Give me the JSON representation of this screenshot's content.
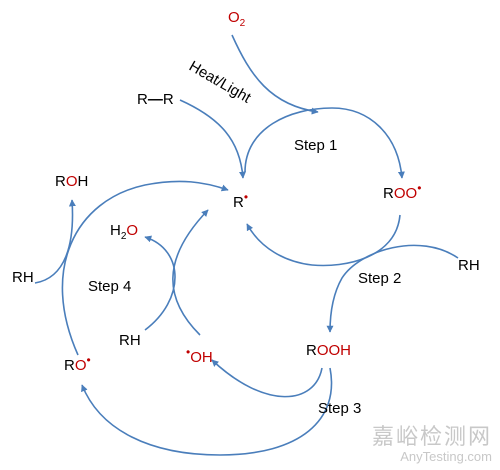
{
  "species": {
    "o2": {
      "main": "O",
      "sub": "2"
    },
    "rr": {
      "left": "R",
      "bond": "—",
      "right": "R"
    },
    "r_radical": {
      "main": "R",
      "dot": "•"
    },
    "roo_radical": {
      "r": "R",
      "oo": "OO",
      "dot": "•"
    },
    "rh_right": "RH",
    "rooh": {
      "r": "R",
      "ooh": "OOH"
    },
    "roh": {
      "r": "R",
      "o": "O",
      "h": "H"
    },
    "h2o": {
      "h": "H",
      "sub": "2",
      "o": "O"
    },
    "rh_left": "RH",
    "rh_center": "RH",
    "ro_radical": {
      "r": "R",
      "o": "O",
      "dot": "•"
    },
    "oh_radical": {
      "dot": "•",
      "oh": "OH"
    }
  },
  "labels": {
    "heat_light": "Heat/Light",
    "step1": "Step 1",
    "step2": "Step 2",
    "step3": "Step 3",
    "step4": "Step 4"
  },
  "watermark": {
    "cn": "嘉峪检测网",
    "en": "AnyTesting.com"
  },
  "colors": {
    "arrow": "#4a7ebb",
    "oxygen_red": "#c00000",
    "text": "#000000"
  }
}
